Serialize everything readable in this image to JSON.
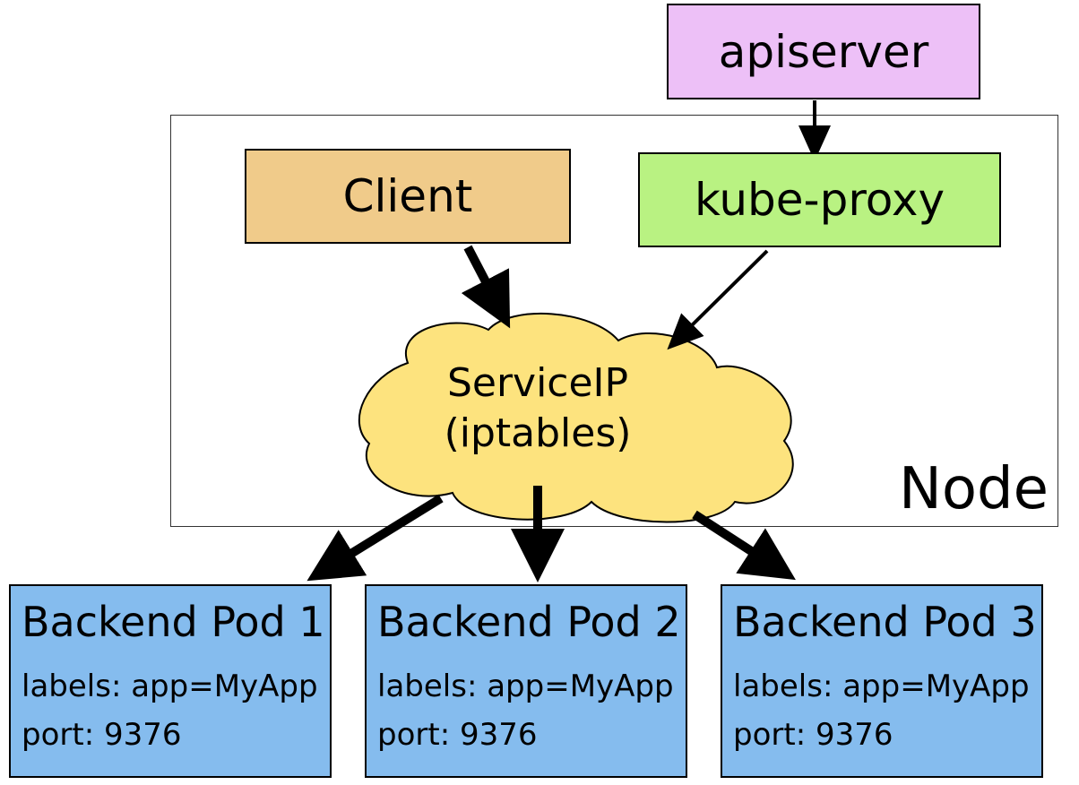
{
  "node": {
    "label": "Node"
  },
  "apiserver": {
    "label": "apiserver",
    "color": "#EDC0F7"
  },
  "client": {
    "label": "Client",
    "color": "#F0CB8A"
  },
  "kube_proxy": {
    "label": "kube-proxy",
    "color": "#B9F282"
  },
  "service": {
    "line1": "ServiceIP",
    "line2": "(iptables)",
    "color": "#FDE37E"
  },
  "pods": [
    {
      "title": "Backend Pod 1",
      "labels": "labels: app=MyApp",
      "port": "port: 9376"
    },
    {
      "title": "Backend Pod 2",
      "labels": "labels: app=MyApp",
      "port": "port: 9376"
    },
    {
      "title": "Backend Pod 3",
      "labels": "labels: app=MyApp",
      "port": "port: 9376"
    }
  ],
  "pod_color": "#85BCEE"
}
